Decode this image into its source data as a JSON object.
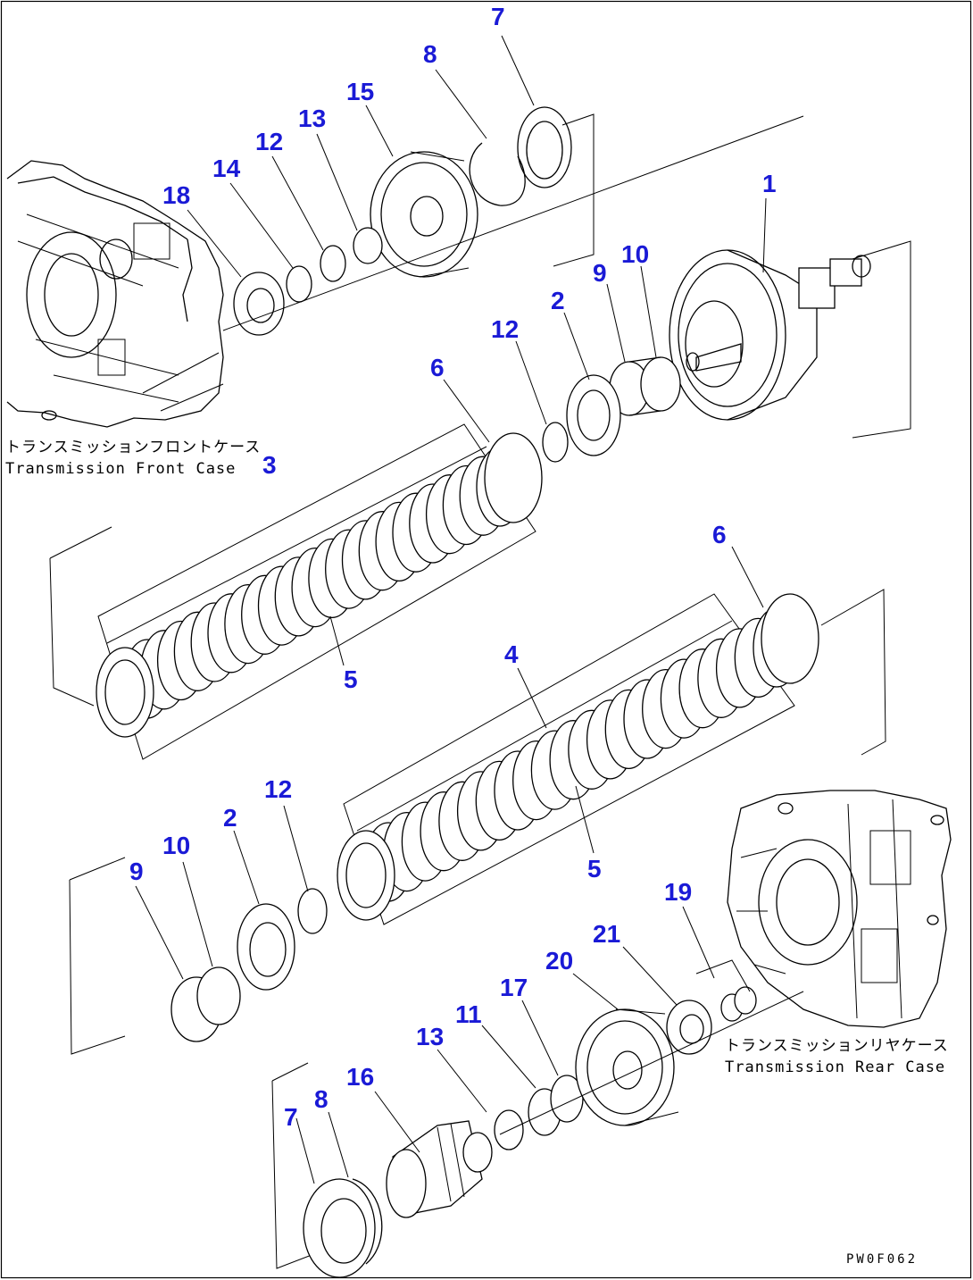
{
  "captions": {
    "front_case_jp": "トランスミッションフロントケース",
    "front_case_en": "Transmission Front Case",
    "rear_case_jp": "トランスミッションリヤケース",
    "rear_case_en": "Transmission Rear Case"
  },
  "drawing_code": "PW0F062",
  "callouts": [
    {
      "id": "c7a",
      "label": "7"
    },
    {
      "id": "c8a",
      "label": "8"
    },
    {
      "id": "c15",
      "label": "15"
    },
    {
      "id": "c13a",
      "label": "13"
    },
    {
      "id": "c12a",
      "label": "12"
    },
    {
      "id": "c14",
      "label": "14"
    },
    {
      "id": "c18",
      "label": "18"
    },
    {
      "id": "c1",
      "label": "1"
    },
    {
      "id": "c9a",
      "label": "9"
    },
    {
      "id": "c10a",
      "label": "10"
    },
    {
      "id": "c2a",
      "label": "2"
    },
    {
      "id": "c12b",
      "label": "12"
    },
    {
      "id": "c6a",
      "label": "6"
    },
    {
      "id": "c3",
      "label": "3"
    },
    {
      "id": "c5a",
      "label": "5"
    },
    {
      "id": "c6b",
      "label": "6"
    },
    {
      "id": "c4",
      "label": "4"
    },
    {
      "id": "c12c",
      "label": "12"
    },
    {
      "id": "c2b",
      "label": "2"
    },
    {
      "id": "c10b",
      "label": "10"
    },
    {
      "id": "c9b",
      "label": "9"
    },
    {
      "id": "c5b",
      "label": "5"
    },
    {
      "id": "c19",
      "label": "19"
    },
    {
      "id": "c21",
      "label": "21"
    },
    {
      "id": "c20",
      "label": "20"
    },
    {
      "id": "c17",
      "label": "17"
    },
    {
      "id": "c11",
      "label": "11"
    },
    {
      "id": "c13b",
      "label": "13"
    },
    {
      "id": "c16",
      "label": "16"
    },
    {
      "id": "c8b",
      "label": "8"
    },
    {
      "id": "c7b",
      "label": "7"
    }
  ]
}
